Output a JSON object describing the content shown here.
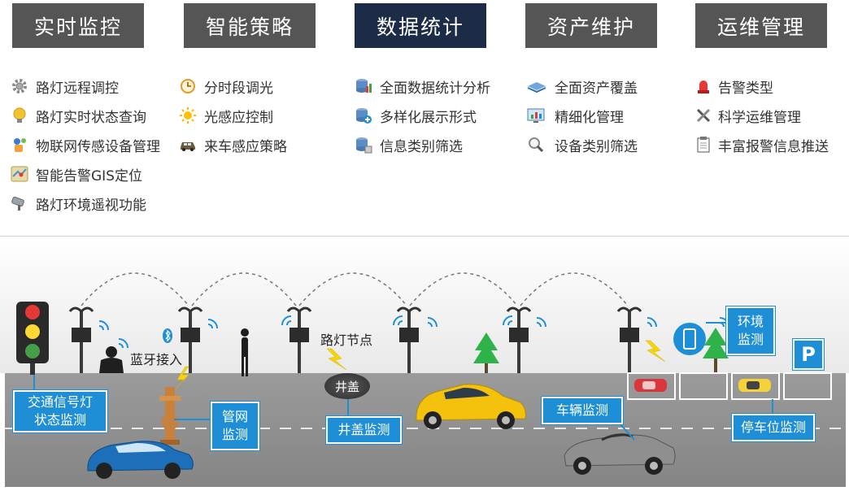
{
  "tabs": [
    {
      "label": "实时监控",
      "active": false
    },
    {
      "label": "智能策略",
      "active": false
    },
    {
      "label": "数据统计",
      "active": true
    },
    {
      "label": "资产维护",
      "active": false
    },
    {
      "label": "运维管理",
      "active": false
    }
  ],
  "columns": [
    {
      "items": [
        {
          "label": "路灯远程调控",
          "icon": "gear-icon"
        },
        {
          "label": "路灯实时状态查询",
          "icon": "lightbulb-icon"
        },
        {
          "label": "物联网传感设备管理",
          "icon": "sensor-device-icon"
        },
        {
          "label": "智能告警GIS定位",
          "icon": "map-icon"
        },
        {
          "label": "路灯环境遥视功能",
          "icon": "camera-icon"
        }
      ]
    },
    {
      "items": [
        {
          "label": "分时段调光",
          "icon": "clock-icon"
        },
        {
          "label": "光感应控制",
          "icon": "sun-icon"
        },
        {
          "label": "来车感应策略",
          "icon": "car-icon"
        }
      ]
    },
    {
      "items": [
        {
          "label": "全面数据统计分析",
          "icon": "database-chart-icon"
        },
        {
          "label": "多样化展示形式",
          "icon": "database-display-icon"
        },
        {
          "label": "信息类别筛选",
          "icon": "database-filter-icon"
        }
      ]
    },
    {
      "items": [
        {
          "label": "全面资产覆盖",
          "icon": "layers-icon"
        },
        {
          "label": "精细化管理",
          "icon": "monitor-chart-icon"
        },
        {
          "label": "设备类别筛选",
          "icon": "magnifier-icon"
        }
      ]
    },
    {
      "items": [
        {
          "label": "告警类型",
          "icon": "alarm-light-icon"
        },
        {
          "label": "科学运维管理",
          "icon": "tools-icon"
        },
        {
          "label": "丰富报警信息推送",
          "icon": "notepad-icon"
        }
      ]
    }
  ],
  "scene": {
    "labels": {
      "bluetooth": "蓝牙接入",
      "node": "路灯节点",
      "manhole_lid": "井盖"
    },
    "callouts": {
      "traffic": "交通信号灯\n状态监测",
      "pipe": "管网\n监测",
      "manhole": "井盖监测",
      "vehicle": "车辆监测",
      "environment": "环境\n监测",
      "parking": "停车位监测",
      "parking_sign": "P"
    }
  },
  "colors": {
    "tab_bg": "#555555",
    "tab_active_bg": "#1d2c46",
    "callout_blue": "#1e8fd6",
    "road": "#8f8f8f"
  }
}
